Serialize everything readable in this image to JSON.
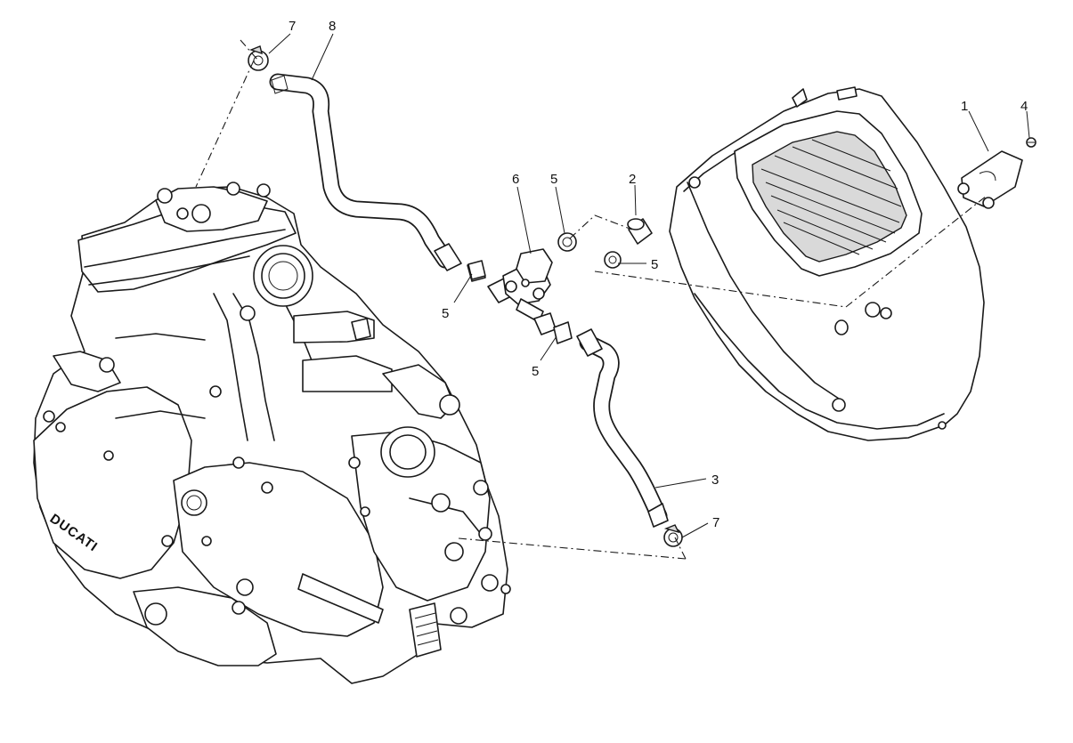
{
  "diagram": {
    "callouts": [
      {
        "id": "c1",
        "label": "1"
      },
      {
        "id": "c4",
        "label": "4"
      },
      {
        "id": "c2",
        "label": "2"
      },
      {
        "id": "c5a",
        "label": "5"
      },
      {
        "id": "c6",
        "label": "6"
      },
      {
        "id": "c5b",
        "label": "5"
      },
      {
        "id": "c5c",
        "label": "5"
      },
      {
        "id": "c5d",
        "label": "5"
      },
      {
        "id": "c7a",
        "label": "7"
      },
      {
        "id": "c8",
        "label": "8"
      },
      {
        "id": "c3",
        "label": "3"
      },
      {
        "id": "c7b",
        "label": "7"
      }
    ],
    "engine_brand": "DUCATI"
  }
}
